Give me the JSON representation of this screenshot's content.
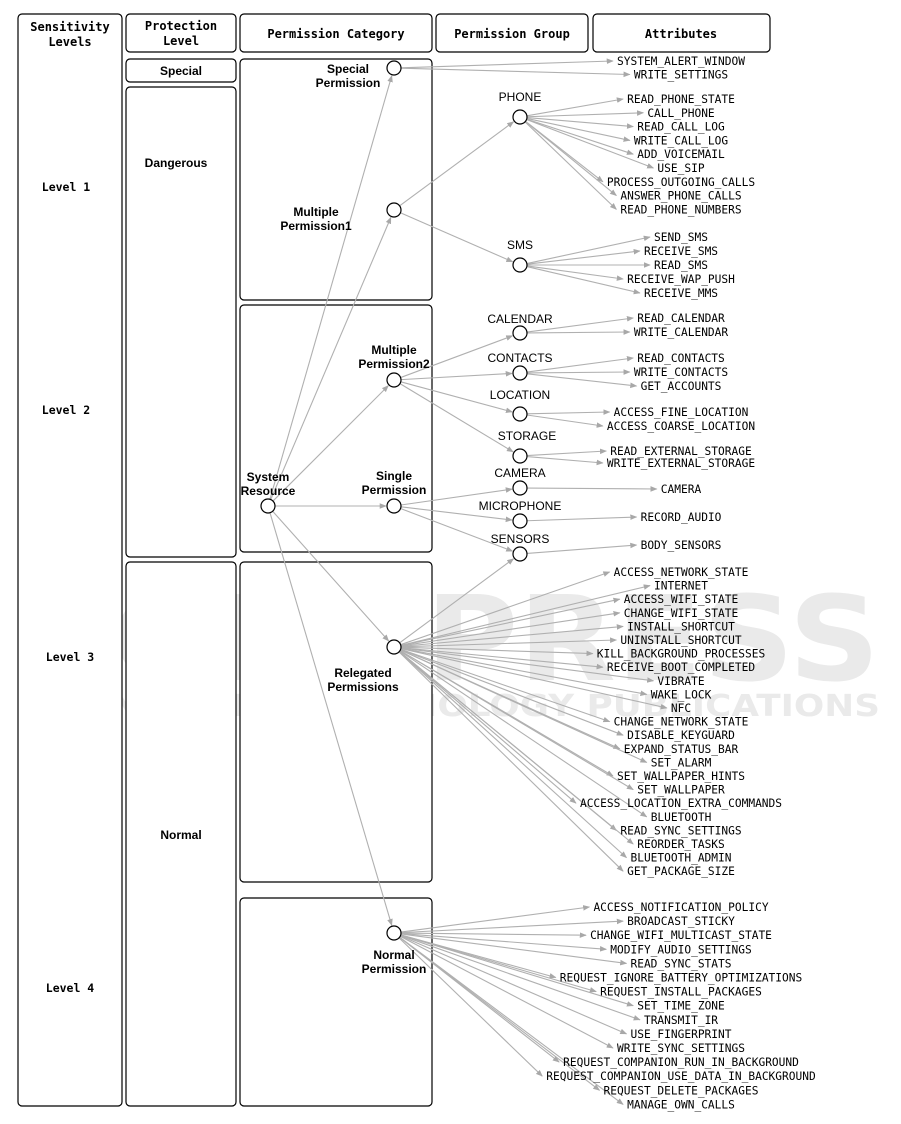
{
  "headers": {
    "sensitivity": [
      "Sensitivity",
      "Levels"
    ],
    "protection": [
      "Protection",
      "Level"
    ],
    "category": "Permission Category",
    "group": "Permission Group",
    "attributes": "Attributes"
  },
  "levels": [
    "Level 1",
    "Level 2",
    "Level 3",
    "Level 4"
  ],
  "protection_levels": {
    "special": "Special",
    "dangerous": "Dangerous",
    "normal": "Normal"
  },
  "categories": {
    "special": [
      "Special",
      "Permission"
    ],
    "multiple1": [
      "Multiple",
      "Permission1"
    ],
    "multiple2": [
      "Multiple",
      "Permission2"
    ],
    "system": [
      "System",
      "Resource"
    ],
    "single": [
      "Single",
      "Permission"
    ],
    "relegated": [
      "Relegated",
      "Permissions"
    ],
    "normal": [
      "Normal",
      "Permission"
    ]
  },
  "groups": {
    "phone": "PHONE",
    "sms": "SMS",
    "calendar": "CALENDAR",
    "contacts": "CONTACTS",
    "location": "LOCATION",
    "storage": "STORAGE",
    "camera": "CAMERA",
    "microphone": "MICROPHONE",
    "sensors": "SENSORS"
  },
  "attributes": {
    "special": [
      "SYSTEM_ALERT_WINDOW",
      "WRITE_SETTINGS"
    ],
    "phone": [
      "READ_PHONE_STATE",
      "CALL_PHONE",
      "READ_CALL_LOG",
      "WRITE_CALL_LOG",
      "ADD_VOICEMAIL",
      "USE_SIP",
      "PROCESS_OUTGOING_CALLS",
      "ANSWER_PHONE_CALLS",
      "READ_PHONE_NUMBERS"
    ],
    "sms": [
      "SEND_SMS",
      "RECEIVE_SMS",
      "READ_SMS",
      "RECEIVE_WAP_PUSH",
      "RECEIVE_MMS"
    ],
    "calendar": [
      "READ_CALENDAR",
      "WRITE_CALENDAR"
    ],
    "contacts": [
      "READ_CONTACTS",
      "WRITE_CONTACTS",
      "GET_ACCOUNTS"
    ],
    "location": [
      "ACCESS_FINE_LOCATION",
      "ACCESS_COARSE_LOCATION"
    ],
    "storage": [
      "READ_EXTERNAL_STORAGE",
      "WRITE_EXTERNAL_STORAGE"
    ],
    "camera": [
      "CAMERA"
    ],
    "microphone": [
      "RECORD_AUDIO"
    ],
    "sensors": [
      "BODY_SENSORS"
    ],
    "relegated": [
      "ACCESS_NETWORK_STATE",
      "INTERNET",
      "ACCESS_WIFI_STATE",
      "CHANGE_WIFI_STATE",
      "INSTALL_SHORTCUT",
      "UNINSTALL_SHORTCUT",
      "KILL_BACKGROUND_PROCESSES",
      "RECEIVE_BOOT_COMPLETED",
      "VIBRATE",
      "WAKE_LOCK",
      "NFC",
      "CHANGE_NETWORK_STATE",
      "DISABLE_KEYGUARD",
      "EXPAND_STATUS_BAR",
      "SET_ALARM",
      "SET_WALLPAPER_HINTS",
      "SET_WALLPAPER",
      "ACCESS_LOCATION_EXTRA_COMMANDS",
      "BLUETOOTH",
      "READ_SYNC_SETTINGS",
      "REORDER_TASKS",
      "BLUETOOTH_ADMIN",
      "GET_PACKAGE_SIZE"
    ],
    "normal": [
      "ACCESS_NOTIFICATION_POLICY",
      "BROADCAST_STICKY",
      "CHANGE_WIFI_MULTICAST_STATE",
      "MODIFY_AUDIO_SETTINGS",
      "READ_SYNC_STATS",
      "REQUEST_IGNORE_BATTERY_OPTIMIZATIONS",
      "REQUEST_INSTALL_PACKAGES",
      "SET_TIME_ZONE",
      "TRANSMIT_IR",
      "USE_FINGERPRINT",
      "WRITE_SYNC_SETTINGS",
      "REQUEST_COMPANION_RUN_IN_BACKGROUND",
      "REQUEST_COMPANION_USE_DATA_IN_BACKGROUND",
      "REQUEST_DELETE_PACKAGES",
      "MANAGE_OWN_CALLS"
    ]
  },
  "watermark": {
    "main": "SCITEPRESS",
    "sub": "SCIENCE AND TECHNOLOGY PUBLICATIONS"
  }
}
